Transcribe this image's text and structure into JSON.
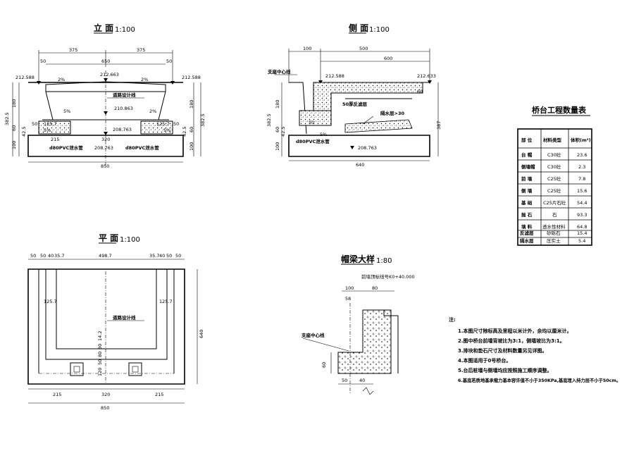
{
  "views": {
    "elevation": {
      "title": "立 面",
      "scale": "1:100",
      "dims": {
        "d375a": "375",
        "d375b": "375",
        "d650": "650",
        "d50a": "50",
        "d50b": "50",
        "el_l": "212.588",
        "el_c": "212.663",
        "el_r": "212.588",
        "slope_l": "2%",
        "slope_r": "2%",
        "el_mid": "210.863",
        "el_bot": "208.763",
        "el_bot2": "208.763",
        "d180l": "180",
        "d3825l": "382.5",
        "d60l": "60",
        "d425l": "42.5",
        "d100l": "100",
        "d180r": "180",
        "d3825r": "382.5",
        "d60r": "60",
        "d425r": "42.5",
        "d100r": "100",
        "d1257l": "125.7",
        "d1257r": "125.7",
        "d50l": "50",
        "d50r": "50",
        "s5l": "5%",
        "s5r": "5%",
        "d215": "215",
        "d320": "320",
        "d850": "850",
        "pct": "5%",
        "pct2": "2%"
      },
      "labels": {
        "road_line": "道路设计线",
        "pipe_l": "d80PVC泄水管",
        "pipe_r": "d80PVC泄水管"
      }
    },
    "side": {
      "title": "侧 面",
      "scale": "1:100",
      "dims": {
        "d100": "100",
        "d500": "500",
        "d600": "600",
        "el_l": "212.588",
        "el_r": "212.633",
        "d180": "180",
        "d3825": "382.5",
        "d387": "387",
        "d60": "60",
        "d425": "42.5",
        "d100b": "100",
        "d50": "50",
        "d640": "640",
        "el_bot": "208.763",
        "d60r": "60",
        "s5": "5%"
      },
      "labels": {
        "support": "支座中心线",
        "backfill": "50厚反滤层",
        "waterproof": "隔水层>30",
        "pipe": "d80PVC泄水管"
      }
    },
    "plan": {
      "title": "平 面",
      "scale": "1:100",
      "dims": {
        "top": [
          "50",
          "50",
          "40",
          "35.7",
          "498.7",
          "35.7",
          "40",
          "50",
          "50"
        ],
        "d1257l": "125.7",
        "d1257r": "125.7",
        "v142": "14.2",
        "v30": "30",
        "v80": "80",
        "v50": "50",
        "v120": "120",
        "b215l": "215",
        "b320": "320",
        "b215r": "215",
        "b850": "850",
        "d640": "640"
      },
      "labels": {
        "road_line": "道路设计线"
      }
    },
    "detail": {
      "title": "帽梁大样",
      "scale": "1:80",
      "header_label": "前墙顶标线号K0+40.000",
      "dims": {
        "d100": "100",
        "d80": "80",
        "d58": "58",
        "d60": "60",
        "d50": "50",
        "d40": "40"
      },
      "labels": {
        "support": "支座中心线"
      }
    }
  },
  "table": {
    "title": "桥台工程数量表",
    "headers": [
      "部 位",
      "材料类型",
      "体积(m³)"
    ],
    "rows": [
      [
        "台 帽",
        "C30砼",
        "23.6"
      ],
      [
        "侧墙帽",
        "C30砼",
        "2.3"
      ],
      [
        "前 墙",
        "C25砼",
        "7.8"
      ],
      [
        "侧 墙",
        "C25砼",
        "15.6"
      ],
      [
        "基 础",
        "C25片石砼",
        "54.4"
      ],
      [
        "抛 石",
        "石",
        "93.3"
      ],
      [
        "填 料",
        "透水性材料",
        "64.8"
      ],
      [
        "反滤层",
        "砂砾石",
        "15.4"
      ],
      [
        "隔水层",
        "压实土",
        "5.4"
      ]
    ]
  },
  "notes": {
    "heading": "注:",
    "items": [
      "1.本图尺寸除标高及里程以米计外，余均以厘米计。",
      "2.图中桥台前墙背坡比为3:1，侧墙坡比为3:1。",
      "3.排块和垫石尺寸及材料数量另见详图。",
      "4.本图适用于0号桥台。",
      "5.台后桩墙与侧墙均应按照施工顺序调整。",
      "6.基底若质地基承载力基本容许值不小于350KPa,基底埋入持力层不小于50cm。"
    ]
  }
}
